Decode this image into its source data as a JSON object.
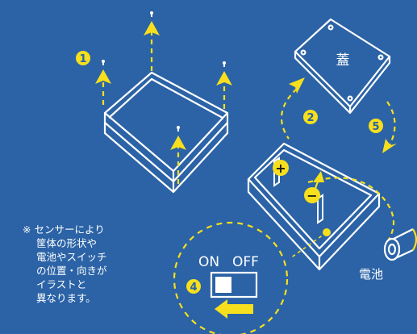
{
  "labels": {
    "lid": "蓋",
    "battery": "電池",
    "switch_on": "ON",
    "switch_off": "OFF",
    "plus": "+",
    "minus": "−"
  },
  "steps": [
    "1",
    "2",
    "4",
    "5"
  ],
  "note": {
    "mark": "※",
    "lines": [
      "センサーにより",
      "筐体の形状や",
      "電池やスイッチ",
      "の位置・向きが",
      "イラストと",
      "異なります。"
    ]
  },
  "colors": {
    "background": "#2b63a6",
    "accent": "#f7df1e",
    "line": "#ffffff"
  }
}
